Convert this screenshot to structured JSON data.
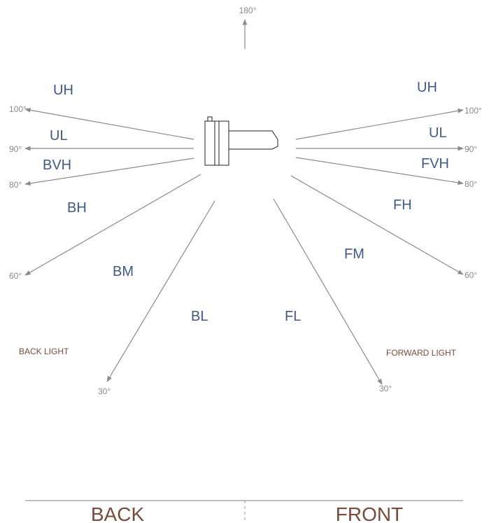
{
  "colors": {
    "zone_label": "#3d5a8a",
    "angle_label": "#8a8a8a",
    "arrow": "#8a8a8a",
    "caption": "#7a4a3a",
    "side_label": "#7a4a3a",
    "baseline": "#9a9a9a",
    "fixture_outline": "#222222"
  },
  "top_angle": "180°",
  "angles": {
    "left_100": "100°",
    "left_90": "90°",
    "left_80": "80°",
    "left_60": "60°",
    "left_30": "30°",
    "right_100": "100°",
    "right_90": "90°",
    "right_80": "80°",
    "right_60": "60°",
    "right_30": "30°"
  },
  "zones": {
    "back_uh": "UH",
    "back_ul": "UL",
    "back_bvh": "BVH",
    "back_bh": "BH",
    "back_bm": "BM",
    "back_bl": "BL",
    "front_uh": "UH",
    "front_ul": "UL",
    "front_fvh": "FVH",
    "front_fh": "FH",
    "front_fm": "FM",
    "front_fl": "FL"
  },
  "captions": {
    "back": "BACK LIGHT",
    "forward": "FORWARD LIGHT"
  },
  "sides": {
    "back": "BACK",
    "front": "FRONT"
  },
  "icons": {
    "fixture": "luminaire-icon",
    "arrow": "arrow-icon"
  }
}
